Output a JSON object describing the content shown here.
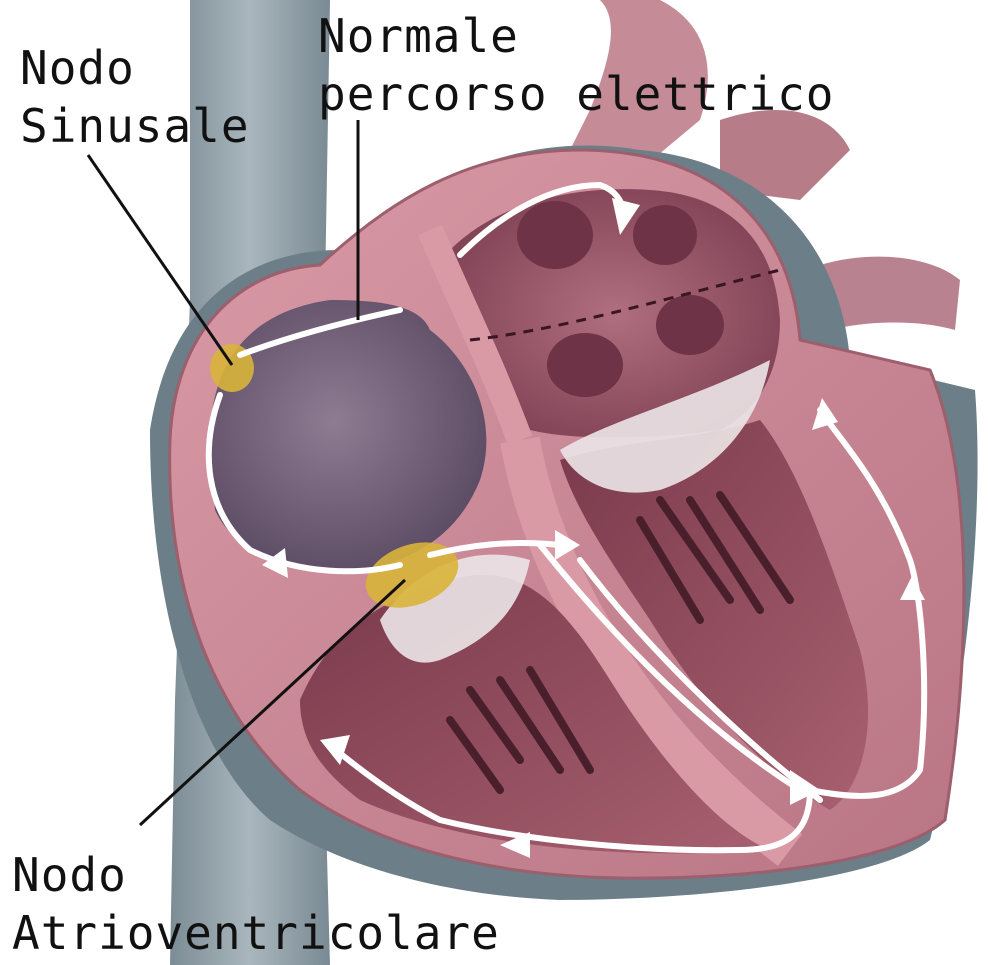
{
  "labels": {
    "sa_node_line1": "Nodo",
    "sa_node_line2": "Sinusale",
    "path_line1": "Normale",
    "path_line2": "percorso elettrico",
    "av_node_line1": "Nodo",
    "av_node_line2": "Atrioventricolare"
  },
  "colors": {
    "background": "#ffffff",
    "heart_wall": "#c98a96",
    "heart_wall_dark": "#8e4f5e",
    "chamber_dark": "#6e3a4a",
    "atrium_right": "#7a6a82",
    "vessel": "#8f9da6",
    "valve": "#e6dfe2",
    "node": "#d8b43a",
    "conduction_path": "#ffffff",
    "leader_line": "#111111"
  }
}
